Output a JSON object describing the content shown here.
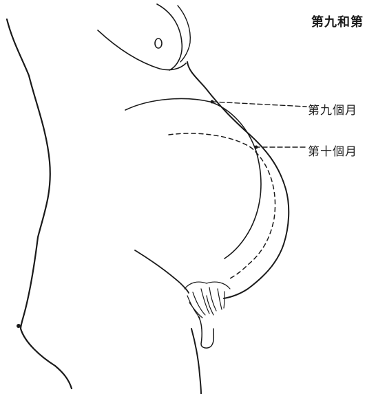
{
  "title": "第九和第",
  "labels": {
    "month9": "第九個月",
    "month10": "第十個月"
  },
  "colors": {
    "ink": "#1a1a1a",
    "background": "#ffffff"
  }
}
